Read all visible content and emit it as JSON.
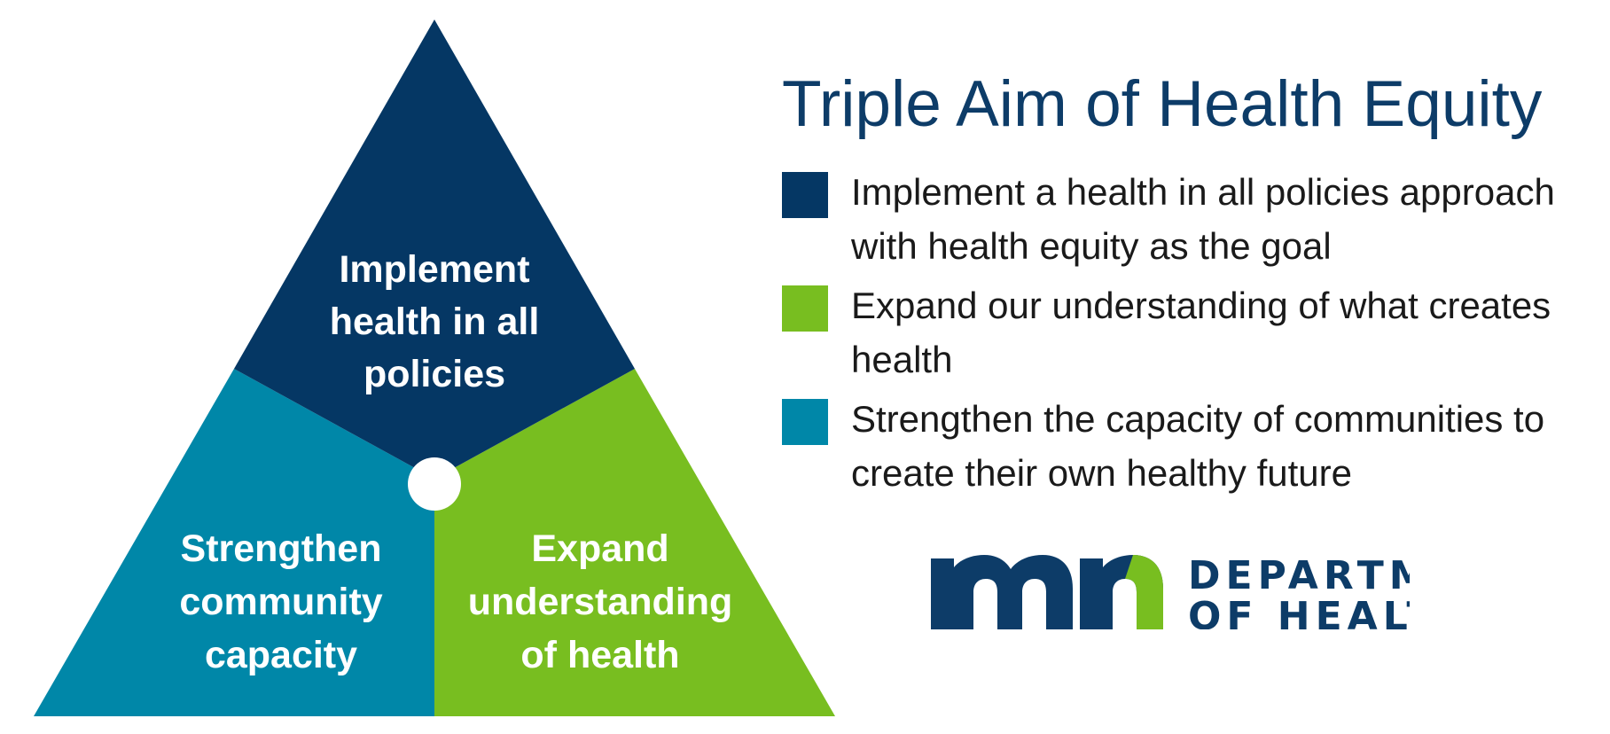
{
  "title": "Triple Aim of Health Equity",
  "colors": {
    "navy": "#053764",
    "green": "#78be20",
    "teal": "#0087a8",
    "text": "#1a1a1a",
    "title": "#0d3c68"
  },
  "pyramid": {
    "top": [
      "Implement",
      "health in all",
      "policies"
    ],
    "left": [
      "Strengthen",
      "community",
      "capacity"
    ],
    "right": [
      "Expand",
      "understanding",
      "of health"
    ]
  },
  "legend": [
    {
      "color": "#053764",
      "text": "Implement a health in all policies approach with health equity as the goal"
    },
    {
      "color": "#78be20",
      "text": "Expand our understanding of what creates health"
    },
    {
      "color": "#0087a8",
      "text": "Strengthen the capacity of communities to create their own healthy future"
    }
  ],
  "logo": {
    "line1": "DEPARTMENT",
    "line2": "OF HEALTH"
  }
}
